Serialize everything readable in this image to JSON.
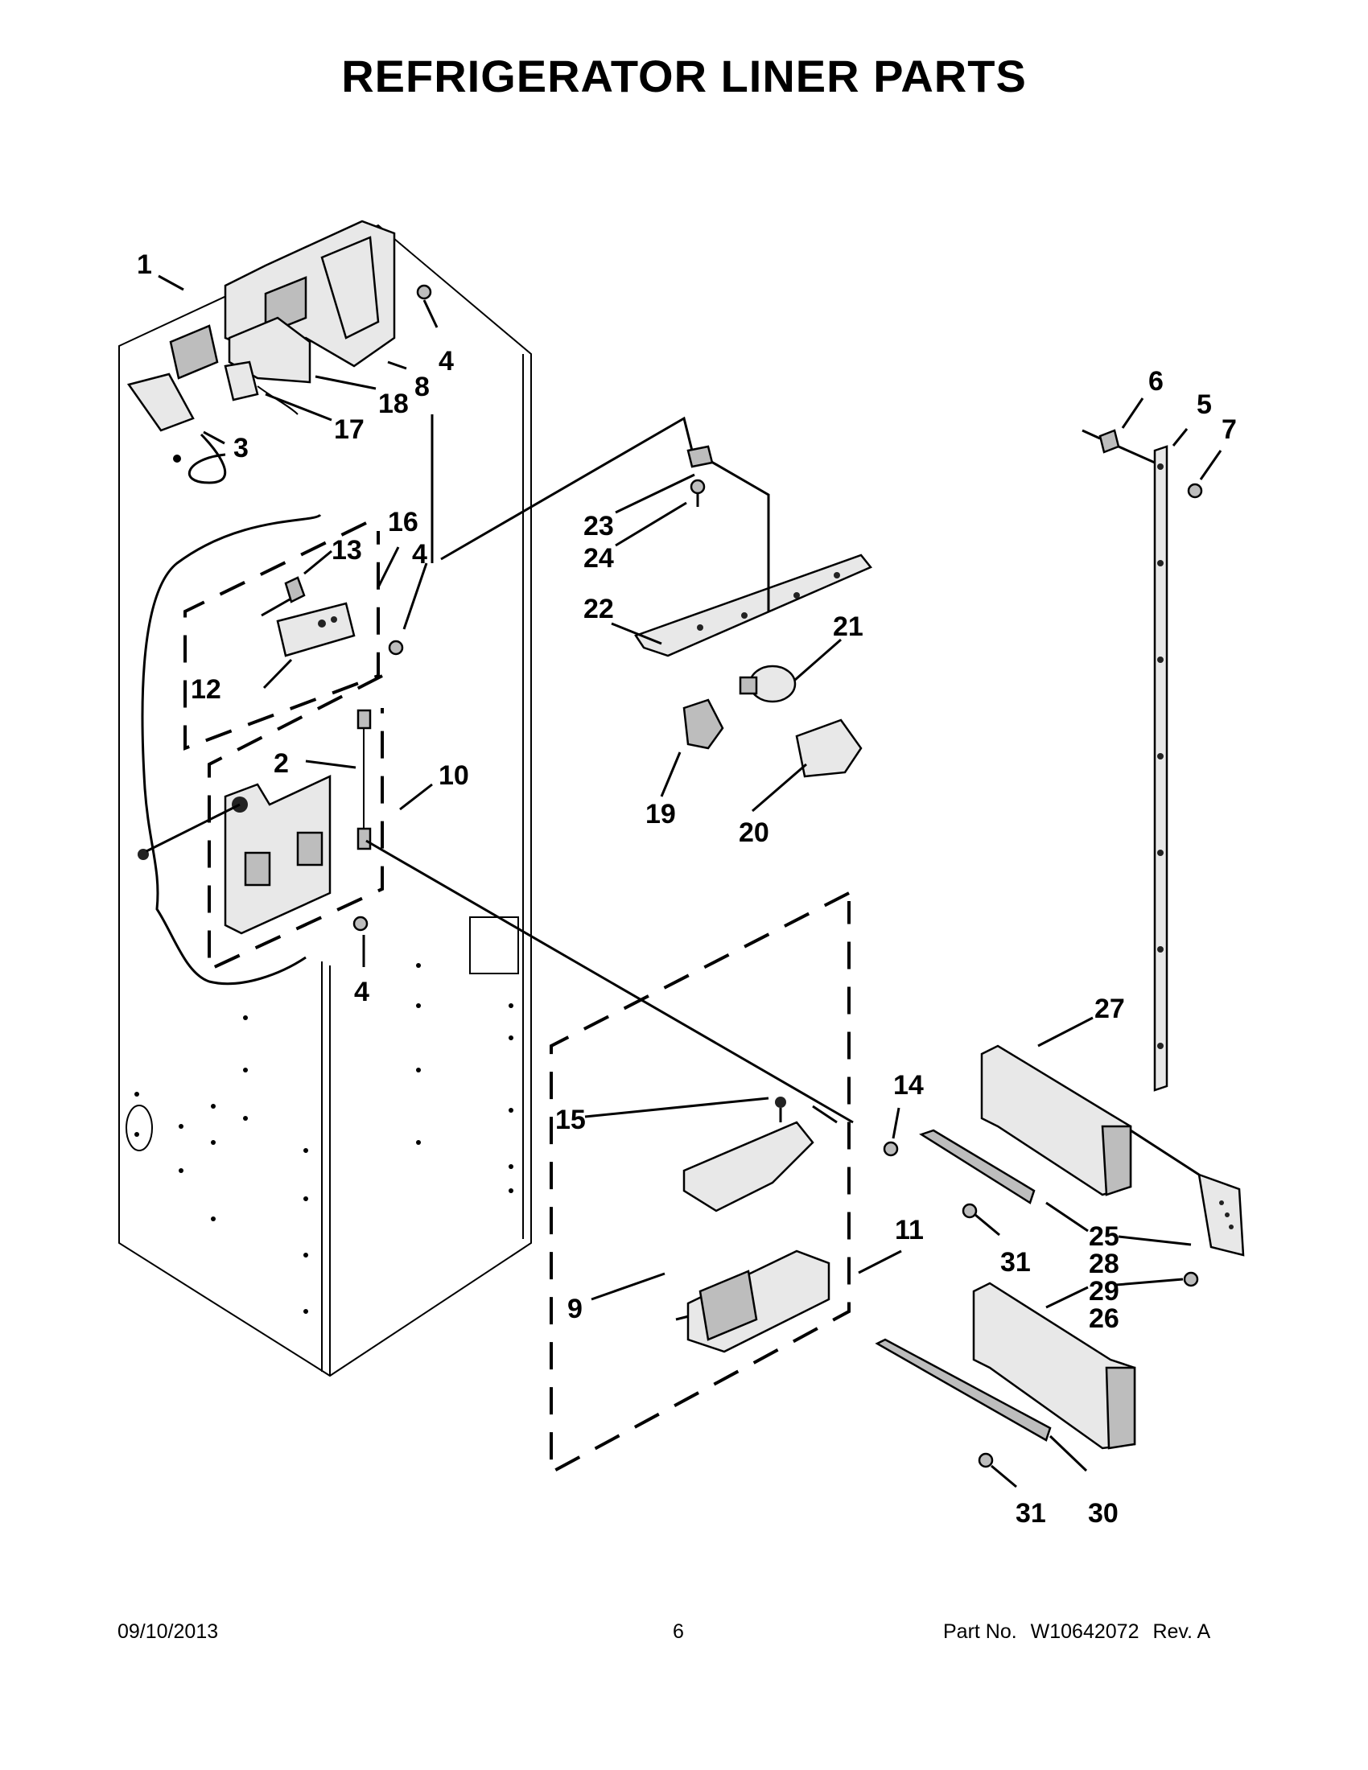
{
  "header": {
    "title": "REFRIGERATOR LINER PARTS"
  },
  "callouts": {
    "c1": "1",
    "c2": "2",
    "c3": "3",
    "c4a": "4",
    "c4b": "4",
    "c4c": "4",
    "c5": "5",
    "c6": "6",
    "c7": "7",
    "c8": "8",
    "c9": "9",
    "c10": "10",
    "c11": "11",
    "c12": "12",
    "c13": "13",
    "c14": "14",
    "c15": "15",
    "c16": "16",
    "c17": "17",
    "c18": "18",
    "c19": "19",
    "c20": "20",
    "c21": "21",
    "c22": "22",
    "c23": "23",
    "c24": "24",
    "c25": "25",
    "c26": "26",
    "c27": "27",
    "c28": "28",
    "c29": "29",
    "c30": "30",
    "c31a": "31",
    "c31b": "31"
  },
  "footer": {
    "date": "09/10/2013",
    "page_number": "6",
    "part_label": "Part No.",
    "part_number": "W10642072",
    "revision": "Rev.  A"
  }
}
